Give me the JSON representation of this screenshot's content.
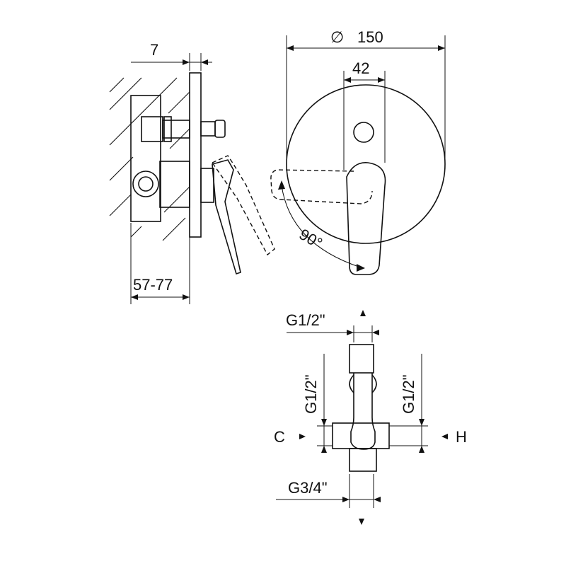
{
  "labels": {
    "wall_depth": "7",
    "install_range": "57-77",
    "diameter_symbol": "∅",
    "plate_diameter": "150",
    "handle_width": "42",
    "rotation_angle": "90°",
    "top_thread": "G1/2\"",
    "left_side_thread": "G1/2\"",
    "right_side_thread": "G1/2\"",
    "bottom_thread": "G3/4\"",
    "cold_marker": "C",
    "hot_marker": "H"
  }
}
